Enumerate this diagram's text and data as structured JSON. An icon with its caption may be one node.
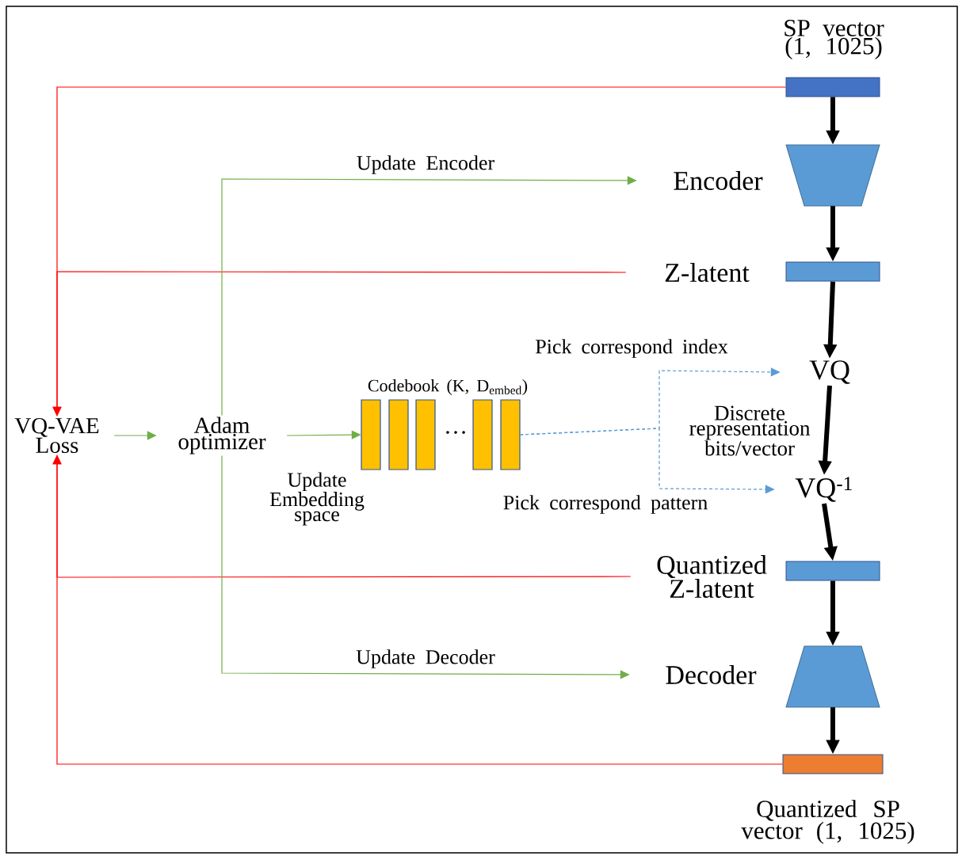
{
  "diagram": {
    "nodes": [
      {
        "text": [
          "SP vector (1, 1025)"
        ]
      },
      {
        "text": [
          "Encoder"
        ]
      },
      {
        "text": [
          "Z-latent"
        ]
      },
      {
        "text": [
          "VQ"
        ]
      },
      {
        "text": [
          "VQ$^{-1}$"
        ]
      },
      {
        "text": [
          "Quantized Z-latent"
        ]
      },
      {
        "text": [
          "Decoder"
        ]
      },
      {
        "text": [
          "Quantized SP vector (1, 1025)"
        ]
      },
      {
        "text": [
          "VQ-VAE Loss"
        ]
      },
      {
        "text": [
          "Adam optimizer"
        ]
      },
      {
        "text": [
          "Codebook (K, D$_{embed}$)"
        ]
      }
    ],
    "edges": [
      {
        "from": 0,
        "to": 1,
        "arrow": "to",
        "style": "thick"
      },
      {
        "from": 1,
        "to": 2,
        "arrow": "to",
        "style": "thick"
      },
      {
        "from": 2,
        "to": 3,
        "arrow": "to",
        "style": "thick"
      },
      {
        "from": 3,
        "to": 4,
        "arrow": "to",
        "style": "thick",
        "label": "Discrete representation bits/vector"
      },
      {
        "from": 4,
        "to": 5,
        "arrow": "to",
        "style": "thick"
      },
      {
        "from": 5,
        "to": 6,
        "arrow": "to",
        "style": "thick"
      },
      {
        "from": 6,
        "to": 7,
        "arrow": "to",
        "style": "thick"
      },
      {
        "from": 0,
        "to": 8,
        "arrow": "to",
        "color": "#ff0000"
      },
      {
        "from": 2,
        "to": 8,
        "arrow": "to",
        "color": "#ff0000"
      },
      {
        "from": 5,
        "to": 8,
        "arrow": "to",
        "color": "#ff0000"
      },
      {
        "from": 7,
        "to": 8,
        "arrow": "to",
        "color": "#ff0000"
      },
      {
        "from": 8,
        "to": 9,
        "arrow": "to",
        "color": "#70ad47"
      },
      {
        "from": 9,
        "to": 10,
        "arrow": "to",
        "color": "#70ad47",
        "label": "Update Embedding space"
      },
      {
        "from": 9,
        "to": 1,
        "arrow": "to",
        "color": "#70ad47",
        "label": "Update Encoder"
      },
      {
        "from": 9,
        "to": 6,
        "arrow": "to",
        "color": "#70ad47",
        "label": "Update Decoder"
      },
      {
        "from": 10,
        "to": 3,
        "arrow": "to",
        "style": "dashed",
        "color": "#5b9bd5",
        "label": "Pick correspond index"
      },
      {
        "from": 10,
        "to": 4,
        "arrow": "to",
        "style": "dashed",
        "color": "#5b9bd5",
        "label": "Pick correspond pattern"
      }
    ],
    "labels": [
      "…"
    ]
  }
}
